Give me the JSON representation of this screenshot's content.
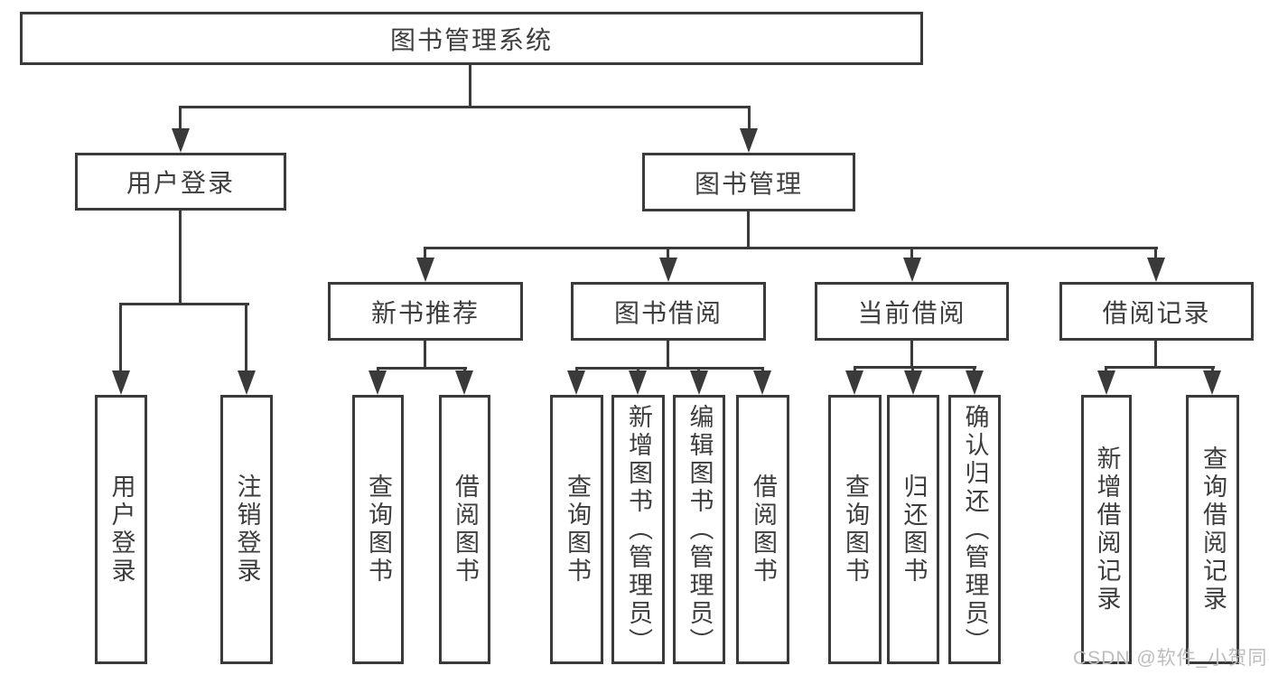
{
  "diagram": {
    "root": {
      "label": "图书管理系统"
    },
    "branches": [
      {
        "label": "用户登录",
        "children": [
          {
            "label": "用户登录"
          },
          {
            "label": "注销登录"
          }
        ]
      },
      {
        "label": "图书管理",
        "children": [
          {
            "label": "新书推荐",
            "children": [
              {
                "label": "查询图书"
              },
              {
                "label": "借阅图书"
              }
            ]
          },
          {
            "label": "图书借阅",
            "children": [
              {
                "label": "查询图书"
              },
              {
                "label": "新增图书（管理员）"
              },
              {
                "label": "编辑图书（管理员）"
              },
              {
                "label": "借阅图书"
              }
            ]
          },
          {
            "label": "当前借阅",
            "children": [
              {
                "label": "查询图书"
              },
              {
                "label": "归还图书"
              },
              {
                "label": "确认归还（管理员）"
              }
            ]
          },
          {
            "label": "借阅记录",
            "children": [
              {
                "label": "新增借阅记录"
              },
              {
                "label": "查询借阅记录"
              }
            ]
          }
        ]
      }
    ]
  },
  "watermark": {
    "text": "CSDN @软件_小贺同学"
  },
  "colors": {
    "line": "#3a3a3a",
    "text": "#3d3d3d",
    "watermark": "#bdbdbd",
    "background": "#ffffff"
  }
}
